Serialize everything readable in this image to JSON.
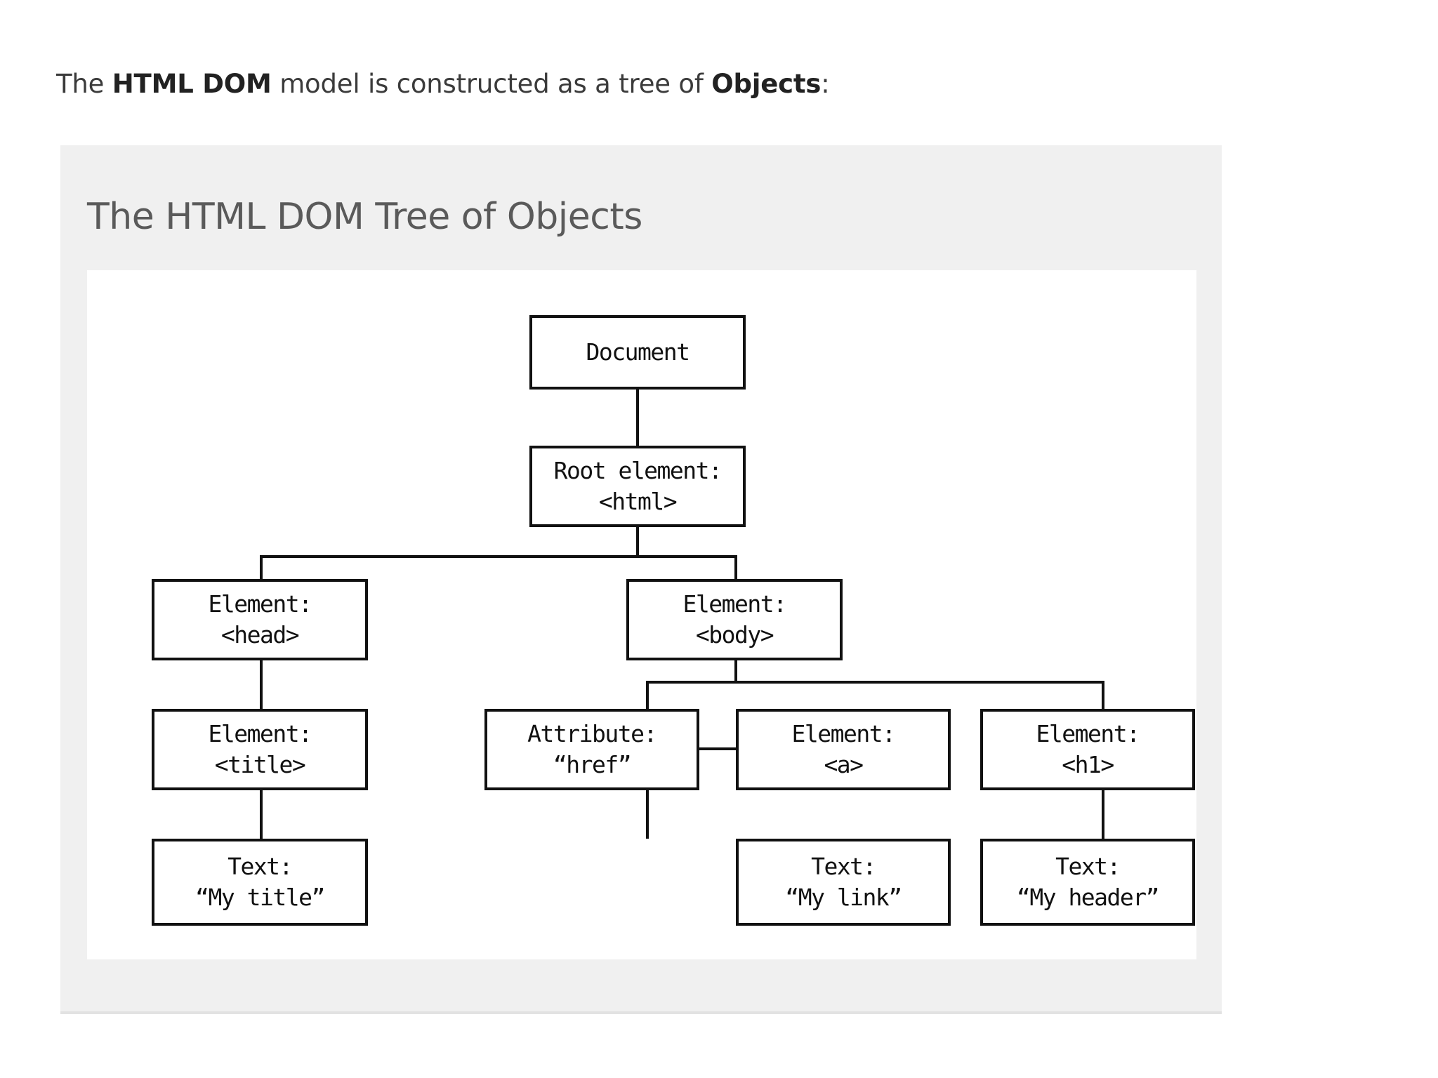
{
  "intro": {
    "part1": "The ",
    "bold1": "HTML DOM",
    "part2": " model is constructed as a tree of ",
    "bold2": "Objects",
    "part3": ":"
  },
  "panel": {
    "title": "The HTML DOM Tree of Objects"
  },
  "colors": {
    "page_background": "#ffffff",
    "panel_background": "#f0f0f0",
    "canvas_background": "#ffffff",
    "node_border": "#111111",
    "node_text": "#111111",
    "panel_title_text": "#5a5a5a",
    "intro_text": "#3b3b3b"
  },
  "diagram": {
    "type": "tree",
    "nodes": [
      {
        "id": "document",
        "line1": "Document",
        "line2": ""
      },
      {
        "id": "html",
        "line1": "Root element:",
        "line2": "<html>"
      },
      {
        "id": "head",
        "line1": "Element:",
        "line2": "<head>"
      },
      {
        "id": "body",
        "line1": "Element:",
        "line2": "<body>"
      },
      {
        "id": "title",
        "line1": "Element:",
        "line2": "<title>"
      },
      {
        "id": "href",
        "line1": "Attribute:",
        "line2": "“href”"
      },
      {
        "id": "a",
        "line1": "Element:",
        "line2": "<a>"
      },
      {
        "id": "h1",
        "line1": "Element:",
        "line2": "<h1>"
      },
      {
        "id": "text-title",
        "line1": "Text:",
        "line2": "“My title”"
      },
      {
        "id": "text-link",
        "line1": "Text:",
        "line2": "“My link”"
      },
      {
        "id": "text-header",
        "line1": "Text:",
        "line2": "“My header”"
      }
    ],
    "edges": [
      {
        "from": "document",
        "to": "html"
      },
      {
        "from": "html",
        "to": "head"
      },
      {
        "from": "html",
        "to": "body"
      },
      {
        "from": "head",
        "to": "title"
      },
      {
        "from": "body",
        "to": "a"
      },
      {
        "from": "body",
        "to": "h1"
      },
      {
        "from": "href",
        "to": "a"
      },
      {
        "from": "title",
        "to": "text-title"
      },
      {
        "from": "a",
        "to": "text-link"
      },
      {
        "from": "h1",
        "to": "text-header"
      }
    ]
  }
}
